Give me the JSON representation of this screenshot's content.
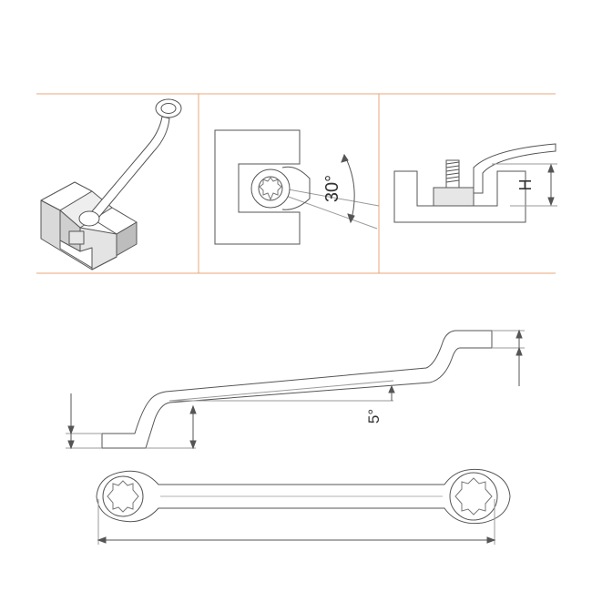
{
  "drawing": {
    "angle_label": "30°",
    "height_label": "H",
    "offset_angle_label": "5°"
  },
  "colors": {
    "panel_rule": "#e8a77a",
    "line": "#555555",
    "light_line": "#9a9a9a",
    "fill_grey": "#d9d9d9",
    "fill_dark": "#bdbdbd"
  },
  "icons": {
    "vise": "vise-with-wrench-icon",
    "wrench": "offset-ring-wrench-icon",
    "bolt": "threaded-bolt-icon"
  }
}
